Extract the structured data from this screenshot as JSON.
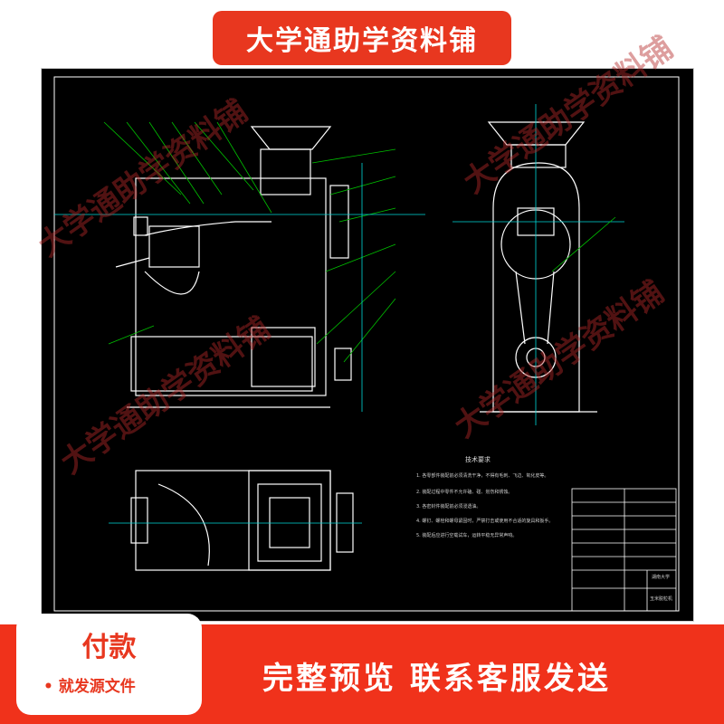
{
  "top_banner": {
    "text": "大学通助学资料铺"
  },
  "watermark": {
    "text": "大学通助学资料铺"
  },
  "pay_card": {
    "title": "付款",
    "subtitle": "• 就发源文件"
  },
  "bottom_banner": {
    "text": "完整预览 联系客服发送"
  },
  "drawing": {
    "notes_title": "技术要求",
    "notes": [
      "1. 各零部件装配前必须清洗干净，不得有毛刺、飞边、氧化皮等。",
      "2. 装配过程中零件不允许磕、碰、划伤和锈蚀。",
      "3. 各密封件装配前必须浸透油。",
      "4. 螺钉、螺栓和螺母紧固时，严禁打击或使用不合适的旋具和扳手。",
      "5. 装配后应进行空载试车，运转平稳无异常声响。"
    ],
    "title_block_school": "湖南大学",
    "title_block_name": "玉米脱粒机"
  },
  "colors": {
    "accent": "#e8371f",
    "drawing_bg": "#000000",
    "line_white": "#ffffff",
    "line_green": "#00c000",
    "line_cyan": "#00d8d8"
  }
}
